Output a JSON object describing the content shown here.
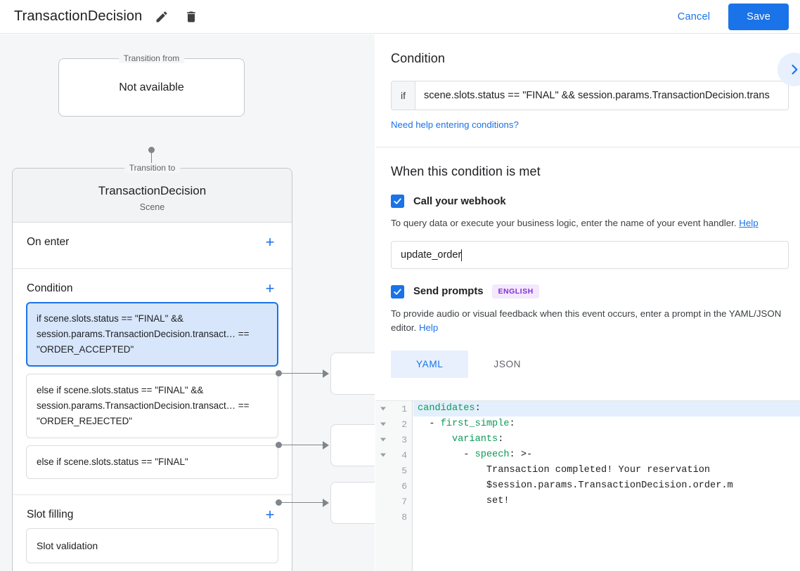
{
  "topbar": {
    "title": "TransactionDecision",
    "edit_icon": "pencil-icon",
    "delete_icon": "trash-icon",
    "cancel_label": "Cancel",
    "save_label": "Save",
    "accent_color": "#1a73e8"
  },
  "canvas": {
    "transition_from": {
      "legend": "Transition from",
      "body": "Not available"
    },
    "transition_to": {
      "legend": "Transition to",
      "name": "TransactionDecision",
      "kind": "Scene"
    },
    "sections": [
      {
        "title": "On enter",
        "add_label": "+"
      },
      {
        "title": "Condition",
        "add_label": "+"
      },
      {
        "title": "Slot filling",
        "add_label": "+"
      }
    ],
    "conditions": [
      {
        "text": "if scene.slots.status == \"FINAL\" && session.params.TransactionDecision.transact… == \"ORDER_ACCEPTED\"",
        "selected": true
      },
      {
        "text": "else if scene.slots.status == \"FINAL\" && session.params.TransactionDecision.transact… == \"ORDER_REJECTED\"",
        "selected": false
      },
      {
        "text": "else if scene.slots.status == \"FINAL\"",
        "selected": false
      }
    ],
    "slot_filling_items": [
      {
        "text": "Slot validation"
      }
    ]
  },
  "panel": {
    "condition": {
      "heading": "Condition",
      "expand_icon": "chevron-right-icon",
      "if_label": "if",
      "if_value": "scene.slots.status == \"FINAL\" && session.params.TransactionDecision.trans",
      "help_link": "Need help entering conditions?"
    },
    "when_met": {
      "heading": "When this condition is met",
      "webhook": {
        "label": "Call your webhook",
        "checked": true,
        "description": "To query data or execute your business logic, enter the name of your event handler.",
        "help_label": "Help",
        "value": "update_order"
      },
      "prompts": {
        "label": "Send prompts",
        "checked": true,
        "badge": "ENGLISH",
        "description": "To provide audio or visual feedback when this event occurs, enter a prompt in the YAML/JSON editor.",
        "help_label": "Help",
        "tabs": [
          {
            "label": "YAML",
            "active": true
          },
          {
            "label": "JSON",
            "active": false
          }
        ]
      }
    }
  },
  "editor": {
    "language": "yaml",
    "active_line": 1,
    "line_numbers": [
      "1",
      "2",
      "3",
      "4",
      "5",
      "6",
      "7",
      "8"
    ],
    "fold_lines": [
      1,
      2,
      3,
      4
    ],
    "lines": [
      {
        "n": 1,
        "tokens": [
          {
            "t": "candidates",
            "c": "k"
          },
          {
            "t": ":",
            "c": "p"
          }
        ]
      },
      {
        "n": 2,
        "tokens": [
          {
            "t": "  - ",
            "c": "p"
          },
          {
            "t": "first_simple",
            "c": "k"
          },
          {
            "t": ":",
            "c": "p"
          }
        ]
      },
      {
        "n": 3,
        "tokens": [
          {
            "t": "      ",
            "c": "p"
          },
          {
            "t": "variants",
            "c": "k"
          },
          {
            "t": ":",
            "c": "p"
          }
        ]
      },
      {
        "n": 4,
        "tokens": [
          {
            "t": "        - ",
            "c": "p"
          },
          {
            "t": "speech",
            "c": "k"
          },
          {
            "t": ": >-",
            "c": "p"
          }
        ]
      },
      {
        "n": 5,
        "tokens": [
          {
            "t": "            Transaction completed! Your reservation",
            "c": "p"
          }
        ]
      },
      {
        "n": 6,
        "tokens": [
          {
            "t": "            $session.params.TransactionDecision.order.m",
            "c": "p"
          }
        ]
      },
      {
        "n": 7,
        "tokens": [
          {
            "t": "            set!",
            "c": "p"
          }
        ]
      },
      {
        "n": 8,
        "tokens": [
          {
            "t": "",
            "c": "p"
          }
        ]
      }
    ]
  }
}
